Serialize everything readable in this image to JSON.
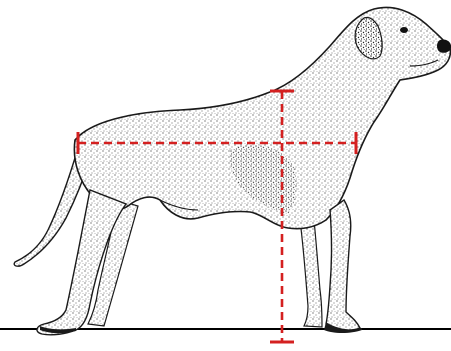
{
  "figure": {
    "subject": "dog-side-profile",
    "colors": {
      "background": "#ffffff",
      "ink": "#1a1a1a",
      "stipple": "#3a3a3a",
      "measure": "#d42020",
      "ground": "#000000"
    },
    "measurements": [
      {
        "id": "body-length",
        "orientation": "horizontal",
        "style": "dashed"
      },
      {
        "id": "height-at-withers",
        "orientation": "vertical",
        "style": "dashed"
      }
    ]
  }
}
